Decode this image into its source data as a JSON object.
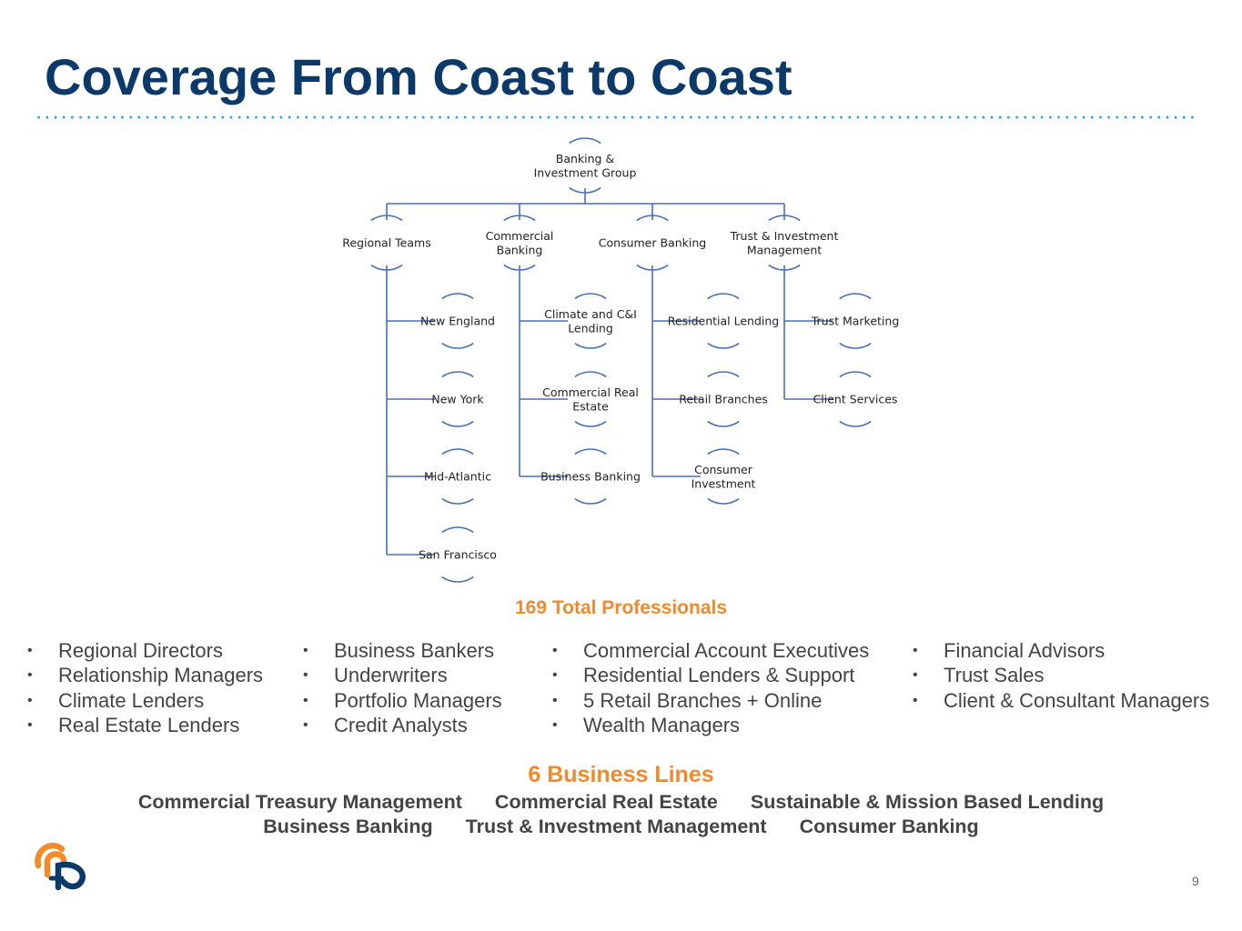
{
  "slide": {
    "title": "Coverage From Coast to Coast",
    "page_number": "9"
  },
  "org_chart": {
    "root": {
      "label": [
        "Banking &",
        "Investment Group"
      ]
    },
    "divisions": [
      {
        "label": [
          "Regional Teams"
        ],
        "children": [
          [
            "New England"
          ],
          [
            "New York"
          ],
          [
            "Mid-Atlantic"
          ],
          [
            "San Francisco"
          ]
        ]
      },
      {
        "label": [
          "Commercial",
          "Banking"
        ],
        "children": [
          [
            "Climate and C&I",
            "Lending"
          ],
          [
            "Commercial Real",
            "Estate"
          ],
          [
            "Business Banking"
          ]
        ]
      },
      {
        "label": [
          "Consumer Banking"
        ],
        "children": [
          [
            "Residential Lending"
          ],
          [
            "Retail Branches"
          ],
          [
            "Consumer",
            "Investment"
          ]
        ]
      },
      {
        "label": [
          "Trust & Investment",
          "Management"
        ],
        "children": [
          [
            "Trust Marketing"
          ],
          [
            "Client Services"
          ]
        ]
      }
    ],
    "line_color": "#4a6fb5",
    "text_color": "#222222"
  },
  "total_professionals": "169 Total Professionals",
  "roles": [
    [
      "Regional Directors",
      "Relationship Managers",
      "Climate Lenders",
      "Real Estate Lenders"
    ],
    [
      "Business Bankers",
      "Underwriters",
      "Portfolio Managers",
      "Credit Analysts"
    ],
    [
      "Commercial Account Executives",
      "Residential Lenders & Support",
      "5 Retail Branches + Online",
      "Wealth Managers"
    ],
    [
      "Financial Advisors",
      "Trust Sales",
      "Client & Consultant Managers"
    ]
  ],
  "bullet_char": "•",
  "business_lines": {
    "title": "6 Business Lines",
    "row1": [
      "Commercial Treasury Management",
      "Commercial Real Estate",
      "Sustainable & Mission Based Lending"
    ],
    "row2": [
      "Business Banking",
      "Trust & Investment Management",
      "Consumer Banking"
    ]
  },
  "colors": {
    "title": "#0b3a6a",
    "accent_orange": "#f08a2c",
    "dotted_rule": "#2aa7d9",
    "body_text": "#444444"
  },
  "logo": {
    "icon": "company-logo-icon"
  }
}
